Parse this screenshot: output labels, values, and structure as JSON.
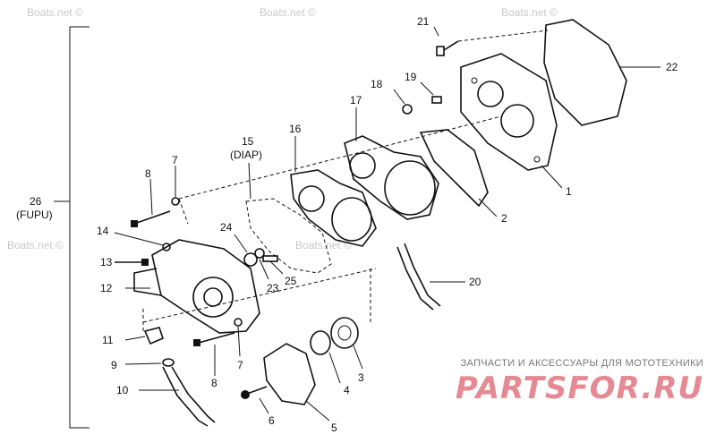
{
  "watermarks": [
    "Boats.net ©",
    "Boats.net ©",
    "Boats.net ©",
    "Boats.net ©",
    "Boats.net ©"
  ],
  "labels": {
    "l1": "1",
    "l2": "2",
    "l3": "3",
    "l4": "4",
    "l5": "5",
    "l6": "6",
    "l7a": "7",
    "l7b": "7",
    "l8a": "8",
    "l8b": "8",
    "l9": "9",
    "l10": "10",
    "l11": "11",
    "l12": "12",
    "l13": "13",
    "l14": "14",
    "l15": "15",
    "l15s": "(DIAP)",
    "l16": "16",
    "l17": "17",
    "l18": "18",
    "l19": "19",
    "l20": "20",
    "l21": "21",
    "l22": "22",
    "l23": "23",
    "l24": "24",
    "l25": "25",
    "l26": "26",
    "l26s": "(FUPU)"
  },
  "banner": {
    "subtitle": "ЗАПЧАСТИ И АКСЕССУАРЫ ДЛЯ МОТОТЕХНИКИ",
    "logo": "PARTSFOR.RU"
  }
}
